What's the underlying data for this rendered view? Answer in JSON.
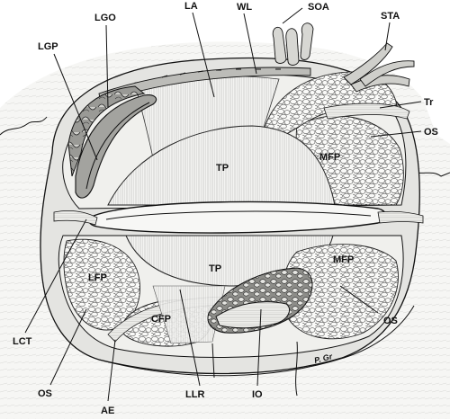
{
  "labels": {
    "lgo": "LGO",
    "la": "LA",
    "wl": "WL",
    "soa": "SOA",
    "sta": "STA",
    "lgp": "LGP",
    "tr": "Tr",
    "os_right": "OS",
    "mfp_upper": "MFP",
    "tp_upper": "TP",
    "tp_lower": "TP",
    "lfp": "LFP",
    "mfp_lower": "MFP",
    "cfp": "CFP",
    "lct": "LCT",
    "os_lower_right": "OS",
    "os_lower_left": "OS",
    "ae": "AE",
    "llr": "LLR",
    "io": "IO",
    "signature": "P. Gr"
  },
  "colors": {
    "ink": "#111111",
    "tissue_light": "#f1f1ef",
    "tissue_mid": "#d9d9d6",
    "tissue_dark": "#9a9a96",
    "fat_fill": "#fafaf8",
    "gland_dark": "#6e6e6a"
  }
}
